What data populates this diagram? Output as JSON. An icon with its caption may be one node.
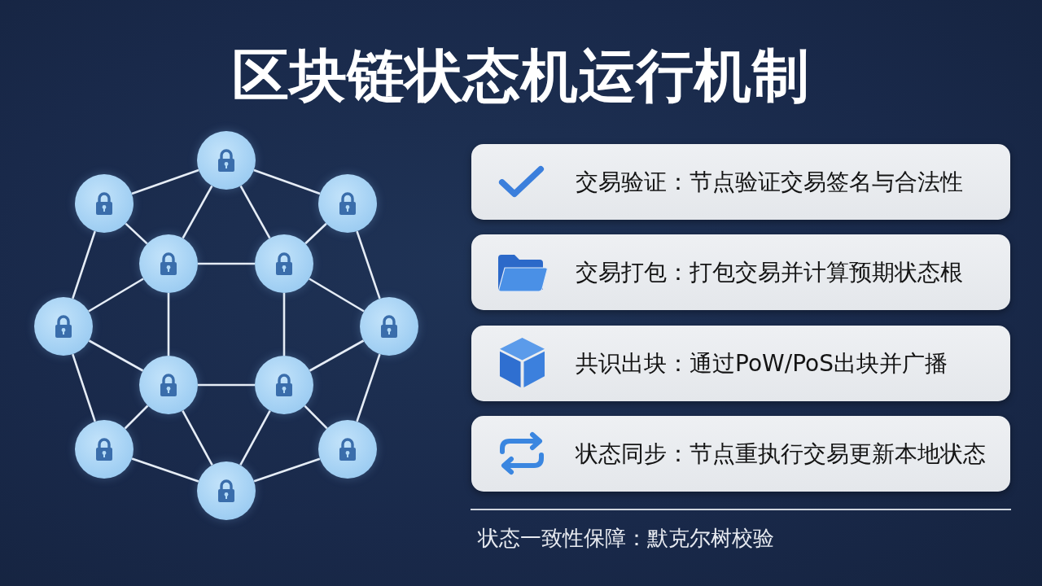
{
  "diagram": {
    "title": "区块链状态机运行机制",
    "nodes": [
      {
        "text": [],
        "shape": "circle"
      },
      {
        "text": [],
        "shape": "circle"
      },
      {
        "text": [],
        "shape": "circle"
      },
      {
        "text": [],
        "shape": "circle"
      },
      {
        "text": [],
        "shape": "circle"
      },
      {
        "text": [],
        "shape": "circle"
      },
      {
        "text": [],
        "shape": "circle"
      },
      {
        "text": [],
        "shape": "circle"
      },
      {
        "text": [],
        "shape": "circle"
      },
      {
        "text": [],
        "shape": "circle"
      },
      {
        "text": [],
        "shape": "circle"
      },
      {
        "text": [],
        "shape": "circle"
      },
      {
        "text": [
          "交易验证：节点验证交易签名与合法性"
        ]
      },
      {
        "text": [
          "交易打包：打包交易并计算预期状态根"
        ]
      },
      {
        "text": [
          "共识出块：通过PoW/PoS出块并广播"
        ]
      },
      {
        "text": [
          "状态同步：节点重执行交易更新本地状态"
        ]
      }
    ],
    "edges": [
      {
        "from": 0,
        "to": 1,
        "arrow": "none"
      },
      {
        "from": 0,
        "to": 2,
        "arrow": "none"
      },
      {
        "from": 0,
        "to": 3,
        "arrow": "none"
      },
      {
        "from": 0,
        "to": 4,
        "arrow": "none"
      },
      {
        "from": 1,
        "to": 3,
        "arrow": "none"
      },
      {
        "from": 1,
        "to": 5,
        "arrow": "none"
      },
      {
        "from": 2,
        "to": 4,
        "arrow": "none"
      },
      {
        "from": 2,
        "to": 6,
        "arrow": "none"
      },
      {
        "from": 3,
        "to": 4,
        "arrow": "none"
      },
      {
        "from": 3,
        "to": 5,
        "arrow": "none"
      },
      {
        "from": 3,
        "to": 7,
        "arrow": "none"
      },
      {
        "from": 4,
        "to": 6,
        "arrow": "none"
      },
      {
        "from": 4,
        "to": 8,
        "arrow": "none"
      },
      {
        "from": 5,
        "to": 7,
        "arrow": "none"
      },
      {
        "from": 5,
        "to": 9,
        "arrow": "none"
      },
      {
        "from": 6,
        "to": 8,
        "arrow": "none"
      },
      {
        "from": 6,
        "to": 10,
        "arrow": "none"
      },
      {
        "from": 7,
        "to": 8,
        "arrow": "none"
      },
      {
        "from": 7,
        "to": 9,
        "arrow": "none"
      },
      {
        "from": 7,
        "to": 11,
        "arrow": "none"
      },
      {
        "from": 8,
        "to": 10,
        "arrow": "none"
      },
      {
        "from": 8,
        "to": 11,
        "arrow": "none"
      },
      {
        "from": 9,
        "to": 11,
        "arrow": "none"
      },
      {
        "from": 10,
        "to": 11,
        "arrow": "none"
      }
    ],
    "labels": [
      "状态一致性保障：默克尔树校验"
    ]
  }
}
